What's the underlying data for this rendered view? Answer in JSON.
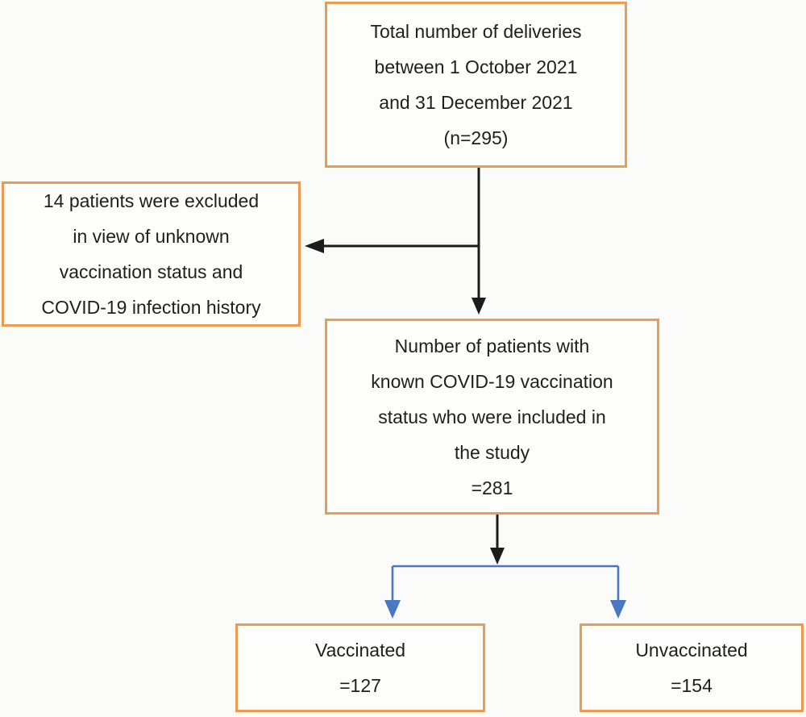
{
  "boxes": {
    "total": {
      "text": "Total number of deliveries\nbetween 1 October 2021\nand 31 December 2021\n(n=295)"
    },
    "excluded": {
      "text": "14 patients were excluded\nin view of unknown\nvaccination status and\nCOVID-19 infection history"
    },
    "included": {
      "text": "Number of patients with\nknown COVID-19 vaccination\nstatus who were included in\nthe study\n=281"
    },
    "vaccinated": {
      "label": "Vaccinated",
      "count": "=127",
      "text": "Vaccinated\n=127"
    },
    "unvaccinated": {
      "label": "Unvaccinated",
      "count": "=154",
      "text": "Unvaccinated\n=154"
    }
  },
  "colors": {
    "box-border": "#EC9B52",
    "box-fill": "#FDFDFC",
    "page-bg": "#FBFBFA",
    "arrow-black": "#1C1C1C",
    "arrow-blue": "#4A77C1",
    "text": "#1F1F1F"
  }
}
